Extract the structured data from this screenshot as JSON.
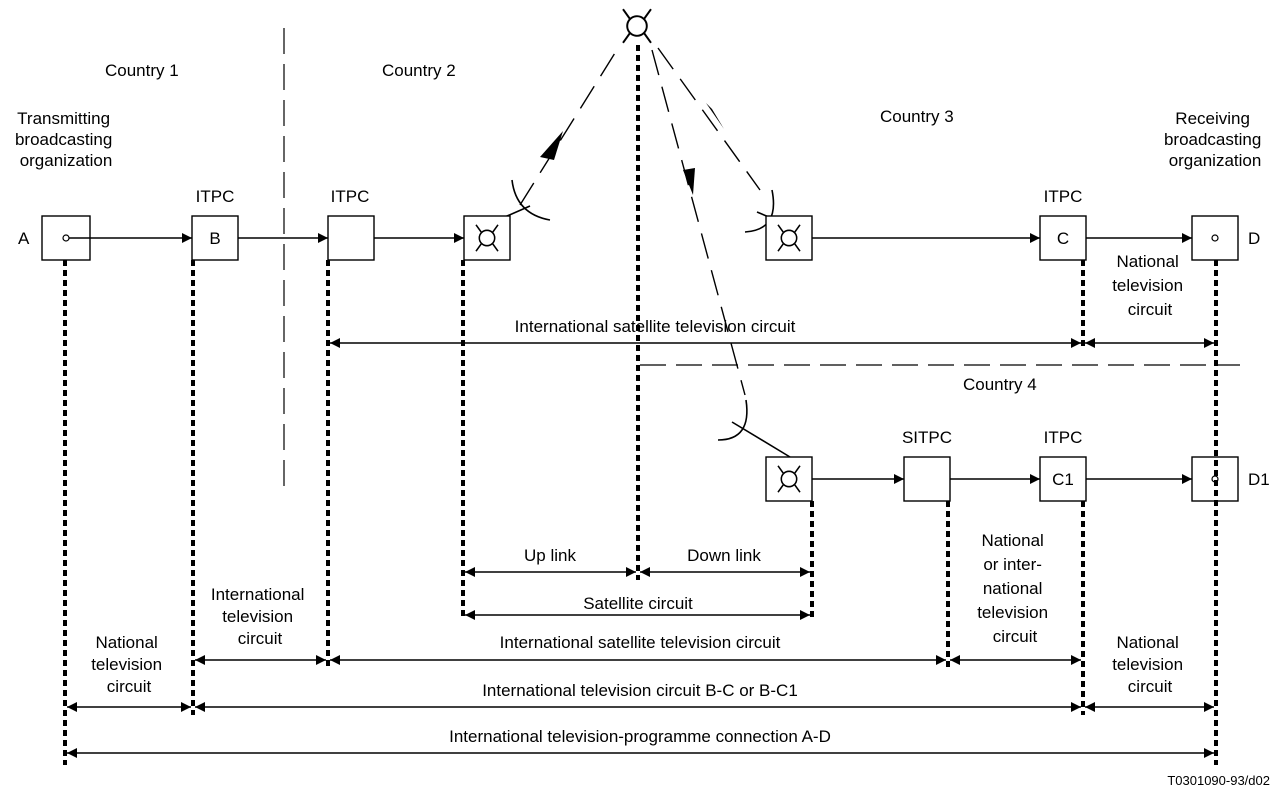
{
  "countries": {
    "c1": "Country 1",
    "c2": "Country 2",
    "c3": "Country 3",
    "c4": "Country 4"
  },
  "endpoints": {
    "transmitting": [
      "Transmitting",
      "broadcasting",
      "organization"
    ],
    "receiving": [
      "Receiving",
      "broadcasting",
      "organization"
    ],
    "a": "A",
    "d": "D",
    "d1": "D1"
  },
  "nodes": {
    "itpc_b_label": "ITPC",
    "b": "B",
    "itpc_2_label": "ITPC",
    "itpc_c_label": "ITPC",
    "c": "C",
    "sitpc_label": "SITPC",
    "itpc_c1_label": "ITPC",
    "c1": "C1"
  },
  "upper": {
    "national_right": [
      "National",
      "television",
      "circuit"
    ],
    "intl_satellite": "International satellite television circuit"
  },
  "spans": {
    "up_link": "Up link",
    "down_link": "Down link",
    "satellite_circuit": "Satellite circuit",
    "intl_tv_circuit": [
      "International",
      "television",
      "circuit"
    ],
    "national_left": [
      "National",
      "television",
      "circuit"
    ],
    "intl_satellite": "International satellite television circuit",
    "national_or_intl": [
      "National",
      "or inter-",
      "national",
      "television",
      "circuit"
    ],
    "national_right": [
      "National",
      "television",
      "circuit"
    ],
    "intl_b_c": "International television circuit B-C or B-C1",
    "connection_a_d": "International television-programme connection A-D"
  },
  "footer": {
    "ref": "T0301090-93/d02"
  }
}
